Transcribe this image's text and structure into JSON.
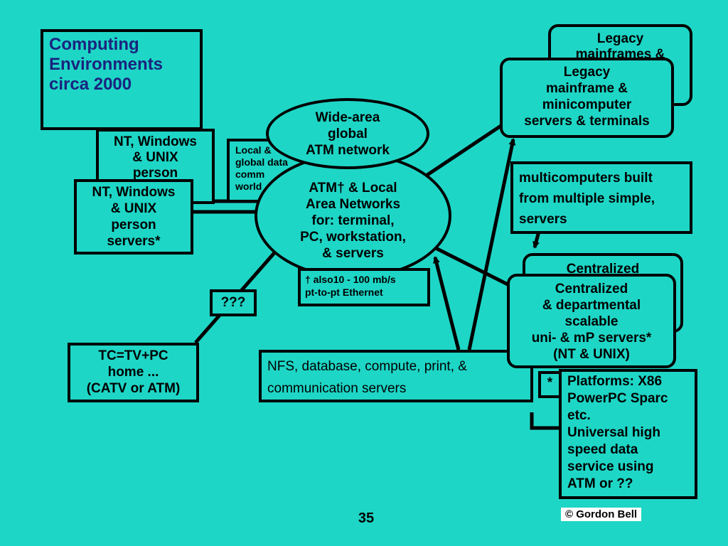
{
  "title": "Computing\nEnvironments\ncirca  2000",
  "nt_back": "NT, Windows\n& UNIX\nperson",
  "nt_front": "NT, Windows\n& UNIX\nperson\nservers*",
  "local_global": "Local &\nglobal data\ncomm\nworld",
  "wan": "Wide-area\nglobal\nATM network",
  "lan": "ATM† & Local\nArea Networks\nfor: terminal,\nPC, workstation,\n& servers",
  "also_note": "† also10 - 100 mb/s\npt-to-pt Ethernet",
  "unknown": "???",
  "tc": "TC=TV+PC\nhome ...\n(CATV or ATM)",
  "nfs": "NFS, database, compute, print, &\ncommunication servers",
  "legacy_back": "Legacy\nmainframes &\nminicomputers\nservers & terms",
  "legacy_front": "Legacy\nmainframe &\nminicomputer\nservers & terminals",
  "multi": "multicomputers  built\nfrom multiple simple,\nservers",
  "central_back": "Centralized\n& departmental",
  "central_front": "Centralized\n& departmental\nscalable\nuni- & mP servers*\n(NT & UNIX)",
  "star": "*",
  "platforms": "Platforms: X86\nPowerPC Sparc\netc.\nUniversal high\nspeed data\nservice using\nATM or ??",
  "page_number": "35",
  "copyright": "© Gordon Bell",
  "colors": {
    "background": "#1ed6c6",
    "title": "#1a237e"
  }
}
